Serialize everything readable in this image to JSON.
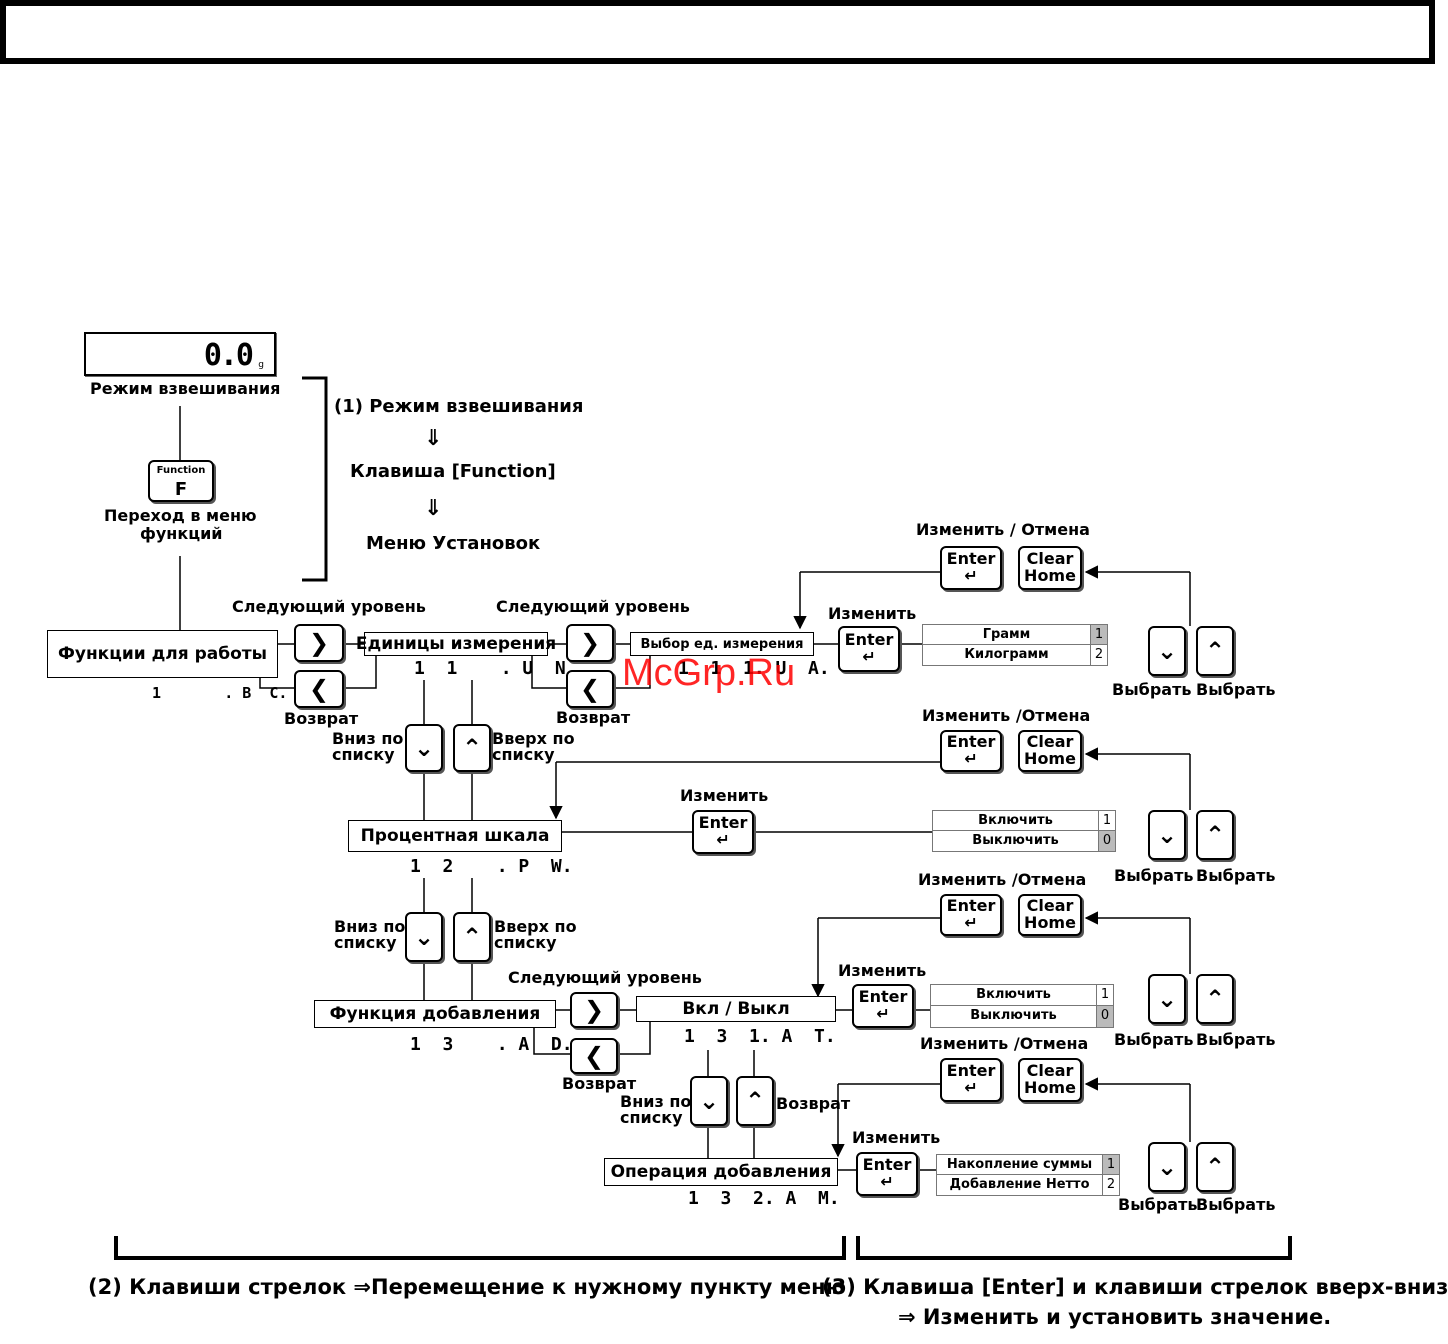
{
  "display": {
    "value": "0.0",
    "unit": "g",
    "caption": "Режим взвешивания"
  },
  "function_key": {
    "top": "Function",
    "letter": "F",
    "caption_line1": "Переход в меню",
    "caption_line2": "функций"
  },
  "steps": {
    "step1": "(1) Режим взвешивания",
    "arrow": "⇓",
    "key": "Клавиша [Function]",
    "menu": "Меню Установок"
  },
  "labels": {
    "next_level": "Следующий уровень",
    "back": "Возврат",
    "down_list_1": "Вниз по",
    "down_list_2": "списку",
    "up_list_1": "Вверх по",
    "up_list_2": "списку",
    "change": "Изменить",
    "change_cancel": "Изменить / Отмена",
    "change_cancel_b": "Изменить /Отмена",
    "select": "Выбрать"
  },
  "keys": {
    "enter": "Enter",
    "enter_sym": "↵",
    "clear": "Clear",
    "home": "Home",
    "right": "❯",
    "left": "❮",
    "up": "⌃",
    "down": "⌄"
  },
  "menu": {
    "work_functions": "Функции для работы",
    "work_code": "1       . B  C.",
    "units": "Единицы измерения",
    "units_code": "1  1    . U  N.",
    "unit_select": "Выбор ед. измерения",
    "unit_select_code": "1  1  1. U  A.",
    "percent": "Процентная шкала",
    "percent_code": "1  2    . P  W.",
    "addition": "Функция добавления",
    "addition_code": "1  3    . A  D.",
    "onoff": "Вкл / Выкл",
    "onoff_code": "1  3  1. A  T.",
    "add_op": "Операция добавления",
    "add_op_code": "1  3  2. A  M."
  },
  "options": {
    "units": [
      {
        "text": "Грамм",
        "n": "1"
      },
      {
        "text": "Килограмм",
        "n": "2"
      }
    ],
    "percent": [
      {
        "text": "Включить",
        "n": "1"
      },
      {
        "text": "Выключить",
        "n": "0"
      }
    ],
    "onoff": [
      {
        "text": "Включить",
        "n": "1"
      },
      {
        "text": "Выключить",
        "n": "0"
      }
    ],
    "add_op": [
      {
        "text": "Накопление суммы",
        "n": "1"
      },
      {
        "text": "Добавление Нетто",
        "n": "2"
      }
    ]
  },
  "footer": {
    "left": "(2) Клавиши стрелок ⇒Перемещение к нужному пункту меню",
    "right_1": "(3) Клавиша [Enter] и клавиши стрелок вверх-вниз",
    "right_2": "⇒ Изменить и установить значение."
  },
  "watermark": "McGrp.Ru"
}
